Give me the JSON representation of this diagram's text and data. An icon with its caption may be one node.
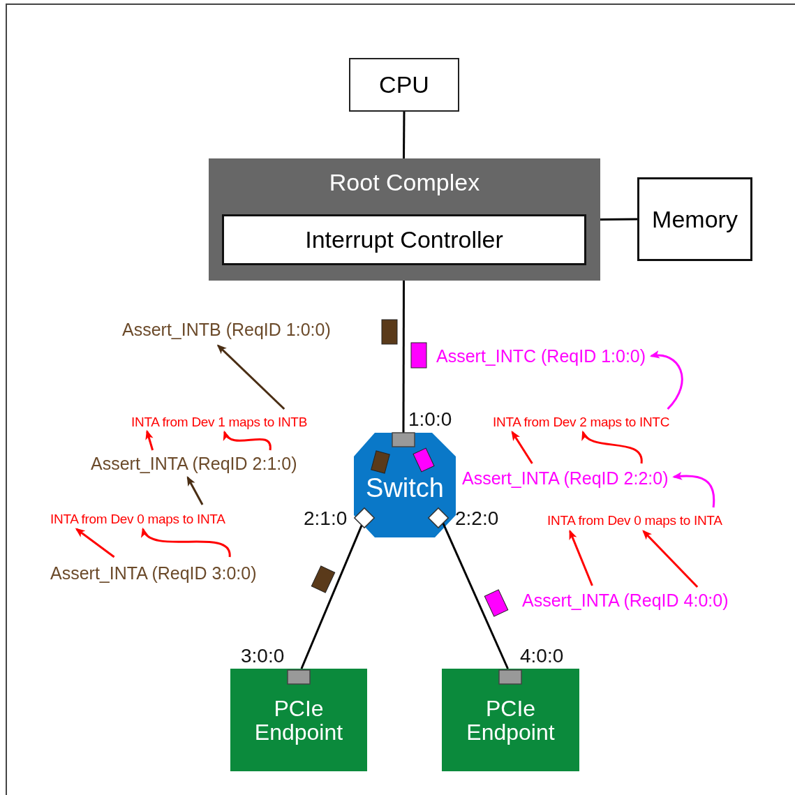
{
  "diagram": {
    "nodes": [
      {
        "text": [
          "CPU"
        ]
      },
      {
        "text": [
          "Root Complex"
        ]
      },
      {
        "text": [
          "Interrupt Controller"
        ],
        "in": 1
      },
      {
        "text": [
          "Memory"
        ]
      },
      {
        "text": [
          "Switch"
        ]
      },
      {
        "text": [
          "PCIe Endpoint"
        ]
      },
      {
        "text": [
          "PCIe Endpoint"
        ]
      },
      {
        "text": [
          "Assert_INTB (ReqID 1:0:0)"
        ]
      },
      {
        "text": [
          "Assert_INTC (ReqID 1:0:0)"
        ]
      },
      {
        "text": [
          "INTA from Dev 1 maps to INTB"
        ]
      },
      {
        "text": [
          "INTA from Dev 2 maps to INTC"
        ]
      },
      {
        "text": [
          "Assert_INTA (ReqID 2:1:0)"
        ]
      },
      {
        "text": [
          "Assert_INTA (ReqID 2:2:0)"
        ]
      },
      {
        "text": [
          "INTA from Dev 0 maps to INTA"
        ]
      },
      {
        "text": [
          "INTA from Dev 0 maps to INTA"
        ]
      },
      {
        "text": [
          "Assert_INTA (ReqID 3:0:0)"
        ]
      },
      {
        "text": [
          "Assert_INTA (ReqID 4:0:0)"
        ]
      }
    ],
    "edges": [
      {
        "from": 0,
        "to": 1,
        "arrow": "none",
        "color": "#000000"
      },
      {
        "from": 1,
        "to": 3,
        "arrow": "none",
        "color": "#000000"
      },
      {
        "from": 1,
        "to": 4,
        "arrow": "none",
        "color": "#000000"
      },
      {
        "from": 4,
        "to": 5,
        "arrow": "none",
        "color": "#000000"
      },
      {
        "from": 4,
        "to": 6,
        "arrow": "none",
        "color": "#000000"
      },
      {
        "from": 9,
        "to": 7,
        "arrow": "to",
        "color": "#4a2e14"
      },
      {
        "from": 11,
        "to": 9,
        "arrow": "to"
      },
      {
        "from": 11,
        "to": 9,
        "arrow": "to"
      },
      {
        "from": 13,
        "to": 11,
        "arrow": "to",
        "color": "#4a2e14"
      },
      {
        "from": 15,
        "to": 13,
        "arrow": "to"
      },
      {
        "from": 15,
        "to": 13,
        "arrow": "to"
      },
      {
        "from": 10,
        "to": 8,
        "arrow": "to",
        "color": "#ff00ff"
      },
      {
        "from": 12,
        "to": 10,
        "arrow": "to"
      },
      {
        "from": 12,
        "to": 10,
        "arrow": "to"
      },
      {
        "from": 14,
        "to": 12,
        "arrow": "to",
        "color": "#ff00ff"
      },
      {
        "from": 16,
        "to": 14,
        "arrow": "to"
      },
      {
        "from": 16,
        "to": 14,
        "arrow": "to"
      }
    ],
    "labels": [
      "1:0:0",
      "2:1:0",
      "2:2:0",
      "3:0:0",
      "4:0:0"
    ]
  }
}
